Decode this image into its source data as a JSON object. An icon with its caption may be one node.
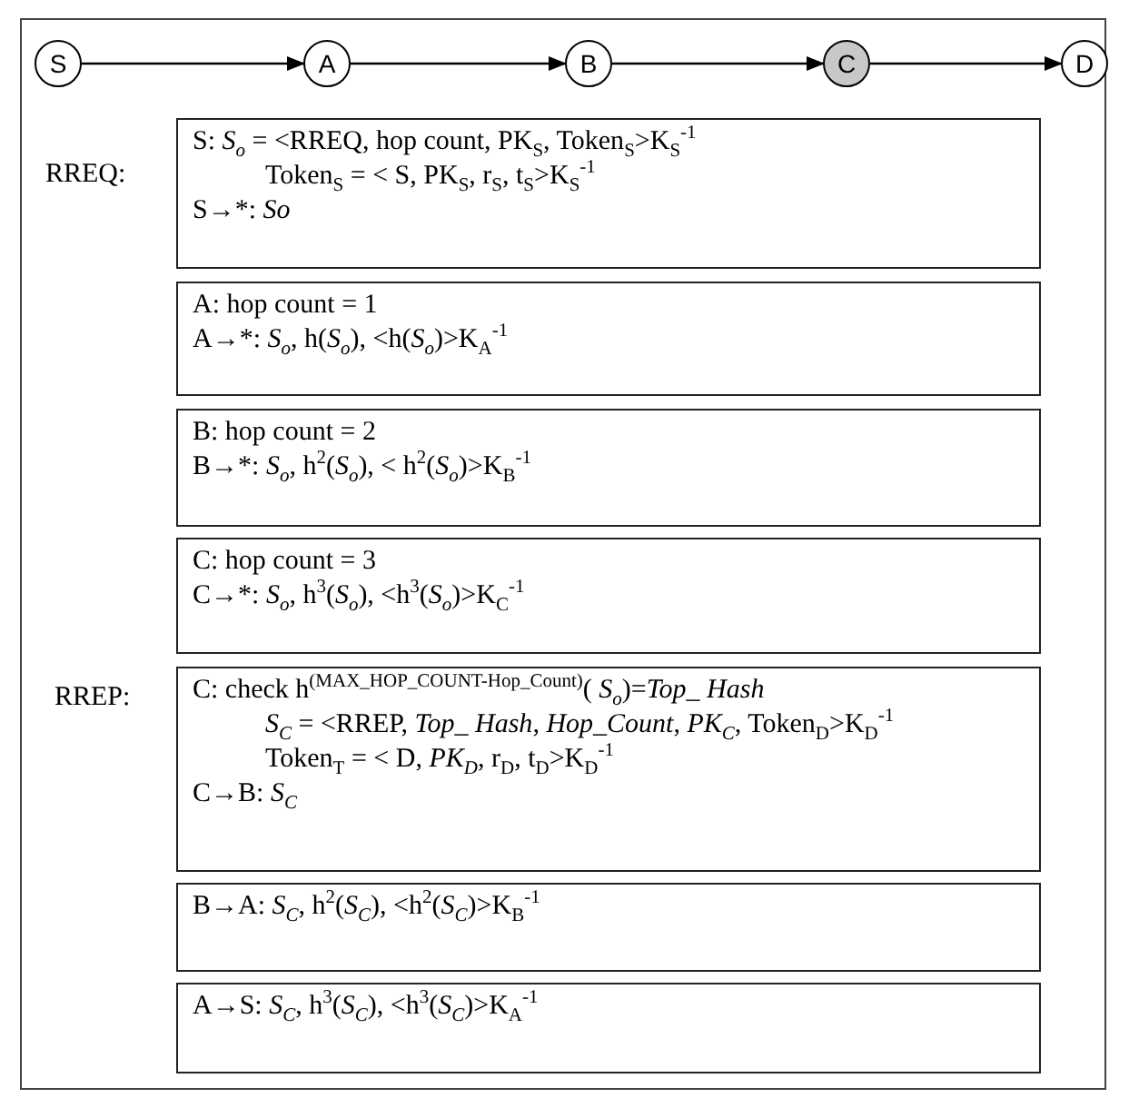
{
  "diagram": {
    "nodes": [
      {
        "text": [
          "S"
        ]
      },
      {
        "text": [
          "A"
        ]
      },
      {
        "text": [
          "B"
        ]
      },
      {
        "text": [
          "C"
        ]
      },
      {
        "text": [
          "D"
        ]
      },
      {
        "text": [
          "S: *S$_{o}$* = <RREQ, hop count, PK$_{S}$, Token$_{S}$>K$_{S}$$^{-1}$",
          "Token$_{S}$ = < S, PK$_{S}$, r$_{S}$, t$_{S}$>K$_{S}$$^{-1}$",
          "S→*: *So*"
        ]
      },
      {
        "text": [
          "A: hop count = 1",
          "A→*: *S$_{o}$*, h(*S$_{o}$*), <h(*S$_{o}$*)>K$_{A}$$^{-1}$"
        ]
      },
      {
        "text": [
          "B: hop count = 2",
          "B→*: *S$_{o}$*, h$^{2}$(*S$_{o}$*), < h$^{2}$(*S$_{o}$*)>K$_{B}$$^{-1}$"
        ]
      },
      {
        "text": [
          "C: hop count = 3",
          "C→*: *S$_{o}$*, h$^{3}$(*S$_{o}$*), <h$^{3}$(*S$_{o}$*)>K$_{C}$$^{-1}$"
        ]
      },
      {
        "text": [
          "C: check h$^{(MAX_HOP_COUNT-Hop_Count)}$( *S$_{o}$*)=*Top_ Hash*",
          "*S$_{C}$* = <RREP, *Top_ Hash*, *Hop_Count*, *PK$_{C}$*, Token$_{D}$>K$_{D}$$^{-1}$",
          "Token$_{T}$ = < D, *PK$_{D}$*, r$_{D}$, t$_{D}$>K$_{D}$$^{-1}$",
          "C→B: *S$_{C}$*"
        ]
      },
      {
        "text": [
          "B→A: *S$_{C}$*, h$^{2}$(*S$_{C}$*), <h$^{2}$(*S$_{C}$*)>K$_{B}$$^{-1}$"
        ]
      },
      {
        "text": [
          "A→S: *S$_{C}$*, h$^{3}$(*S$_{C}$*), <h$^{3}$(*S$_{C}$*)>K$_{A}$$^{-1}$"
        ]
      }
    ],
    "edges": [
      {
        "from": 0,
        "to": 1,
        "arrow": "to"
      },
      {
        "from": 1,
        "to": 2,
        "arrow": "to"
      },
      {
        "from": 2,
        "to": 3,
        "arrow": "to"
      },
      {
        "from": 3,
        "to": 4,
        "arrow": "to"
      }
    ],
    "labels": [
      "RREQ:",
      "RREP:"
    ]
  }
}
